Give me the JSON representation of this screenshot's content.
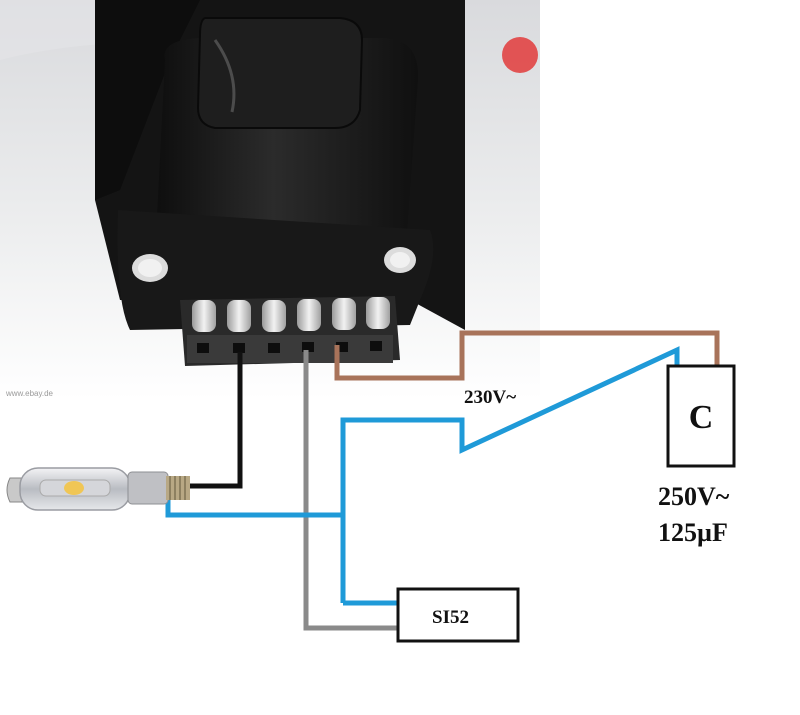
{
  "photo": {
    "watermark": "www.ebay.de"
  },
  "labels": {
    "mains_voltage": "230V~",
    "capacitor_symbol": "C",
    "capacitor_voltage": "250V~",
    "capacitor_capacitance": "125µF",
    "igniter": "SI52"
  },
  "colors": {
    "wire_black": "#111111",
    "wire_blue": "#1f9ad8",
    "wire_brown": "#a8735a",
    "wire_grey": "#8a8a8a",
    "ballast_body": "#1c1c1c",
    "terminal_block": "#2a2a2a",
    "terminal_screw": "#d8d8d8"
  },
  "components": [
    "ballast-transformer",
    "metal-halide-lamp",
    "capacitor",
    "igniter"
  ]
}
